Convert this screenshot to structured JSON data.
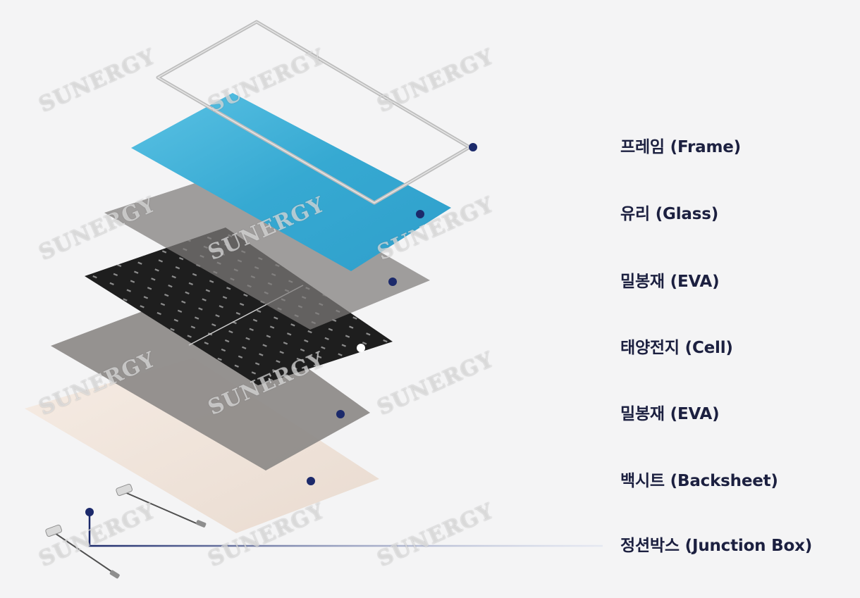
{
  "layers": [
    {
      "label": "프레임 (Frame)"
    },
    {
      "label": "유리 (Glass)"
    },
    {
      "label": "밀봉재 (EVA)"
    },
    {
      "label": "태양전지 (Cell)"
    },
    {
      "label": "밀봉재 (EVA)"
    },
    {
      "label": "백시트 (Backsheet)"
    },
    {
      "label": "정션박스 (Junction Box)"
    }
  ],
  "watermark": "SUNERGY",
  "colors": {
    "label_text": "#1c2040",
    "leader_line": "#1c2a6b",
    "glass": "#3fb0d6",
    "eva": "#8d8a88",
    "cell": "#1e1e1e",
    "backsheet": "#efe2d8",
    "frame": "#c9c9c9",
    "background": "#f4f4f5"
  }
}
